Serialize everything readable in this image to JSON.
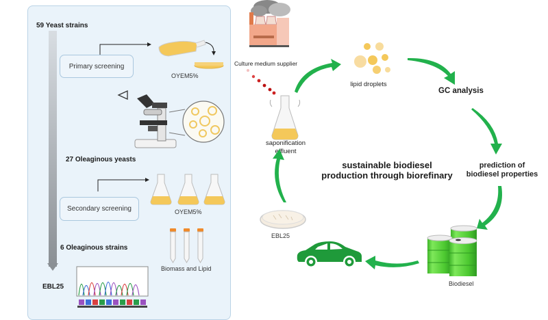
{
  "left_panel": {
    "stage_start": "59 Yeast strains",
    "primary_screening": "Primary screening",
    "primary_medium": "OYEM5%",
    "stage_mid": "27 Oleaginous yeasts",
    "secondary_screening": "Secondary screening",
    "secondary_medium": "OYEM5%",
    "stage_end": "6  Oleaginous strains",
    "biomass_label": "Biomass and Lipid",
    "final_strain": "EBL25"
  },
  "cycle": {
    "center_title_line1": "sustainable biodiesel",
    "center_title_line2": "production through biorefinary",
    "nodes": {
      "supplier": "Culture medium supplier",
      "effluent_line1": "saponification",
      "effluent_line2": "effluent",
      "lipid": "lipid droplets",
      "gc": "GC analysis",
      "prediction_line1": "prediction of",
      "prediction_line2": "biodiesel properties",
      "biodiesel": "Biodiesel",
      "strain": "EBL25"
    }
  },
  "colors": {
    "arrow_green": "#22b14c",
    "car_green": "#1f9a3a",
    "barrel_green": "#5fd13a",
    "yellow_liquid": "#f4c85a",
    "panel_bg": "#eaf3fa",
    "panel_border": "#b9d3e6"
  }
}
